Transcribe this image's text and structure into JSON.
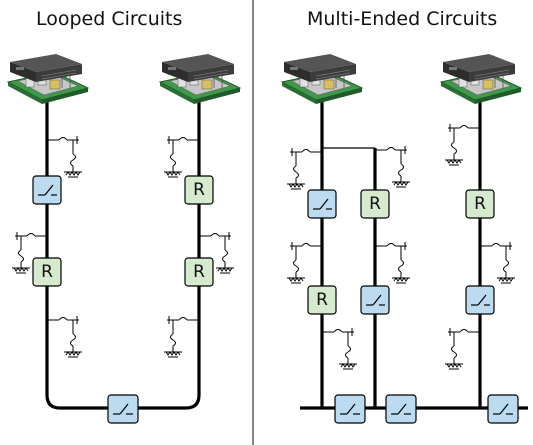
{
  "panels": [
    {
      "title": "Looped Circuits"
    },
    {
      "title": "Multi-Ended Circuits"
    }
  ],
  "device_labels": {
    "recloser": "R"
  },
  "colors": {
    "switch_fill": "#bcdbf0",
    "recloser_fill": "#d6ead0",
    "substation_base": "#3e9a4a",
    "line": "#000000",
    "divider": "#333333"
  },
  "icons": {
    "substation": "substation-icon",
    "switch": "switch-icon",
    "recloser": "recloser-icon",
    "tap": "transformer-tap-icon"
  }
}
